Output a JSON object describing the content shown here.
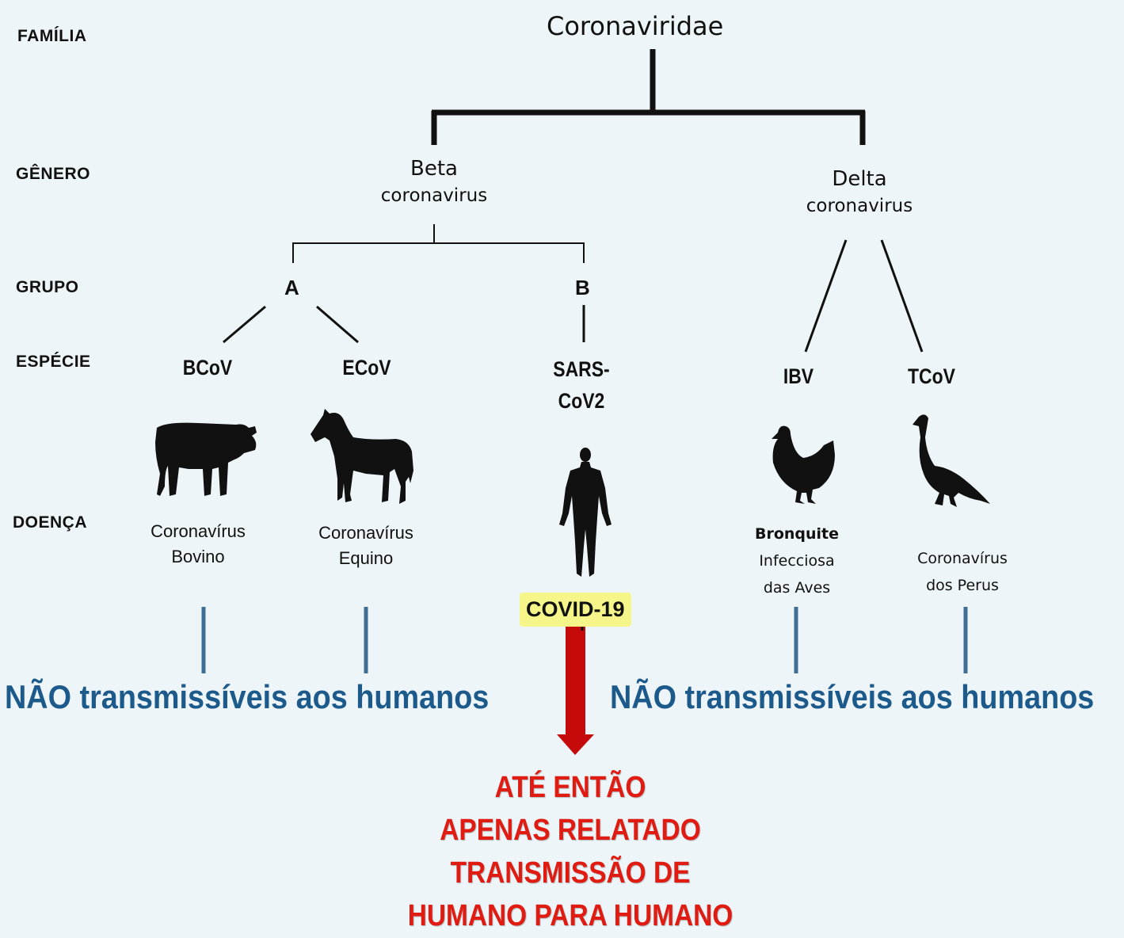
{
  "labels": {
    "familia": "FAMÍLIA",
    "genero": "GÊNERO",
    "grupo": "GRUPO",
    "especie": "ESPÉCIE",
    "doenca": "DOENÇA"
  },
  "family": "Coronaviridae",
  "genera": [
    {
      "name": "Beta",
      "sub": "coronavirus"
    },
    {
      "name": "Delta",
      "sub": "coronavirus"
    }
  ],
  "groups": [
    "A",
    "B"
  ],
  "species": [
    {
      "name": "BCoV",
      "animal": "cow-icon",
      "disease": [
        "Coronavírus",
        "Bovino"
      ]
    },
    {
      "name": "ECoV",
      "animal": "horse-icon",
      "disease": [
        "Coronavírus",
        "Equino"
      ]
    },
    {
      "name_line1": "SARS-",
      "name_line2": "CoV2",
      "animal": "human-icon",
      "disease": "COVID-19"
    },
    {
      "name": "IBV",
      "animal": "chicken-icon",
      "disease": [
        "Bronquite",
        "Infecciosa",
        "das Aves"
      ]
    },
    {
      "name": "TCoV",
      "animal": "turkey-icon",
      "disease": [
        "Coronavírus",
        "dos Perus"
      ]
    }
  ],
  "not_transmissible": "NÃO transmissíveis aos humanos",
  "alert_lines": [
    "ATÉ ENTÃO",
    "APENAS RELATADO",
    "TRANSMISSÃO DE",
    "HUMANO PARA HUMANO"
  ],
  "colors": {
    "background": "#eef5f8",
    "blue_text": "#1d5a8c",
    "red": "#e01b12",
    "arrow": "#c40a0a",
    "covid_highlight": "#f5f58a"
  }
}
